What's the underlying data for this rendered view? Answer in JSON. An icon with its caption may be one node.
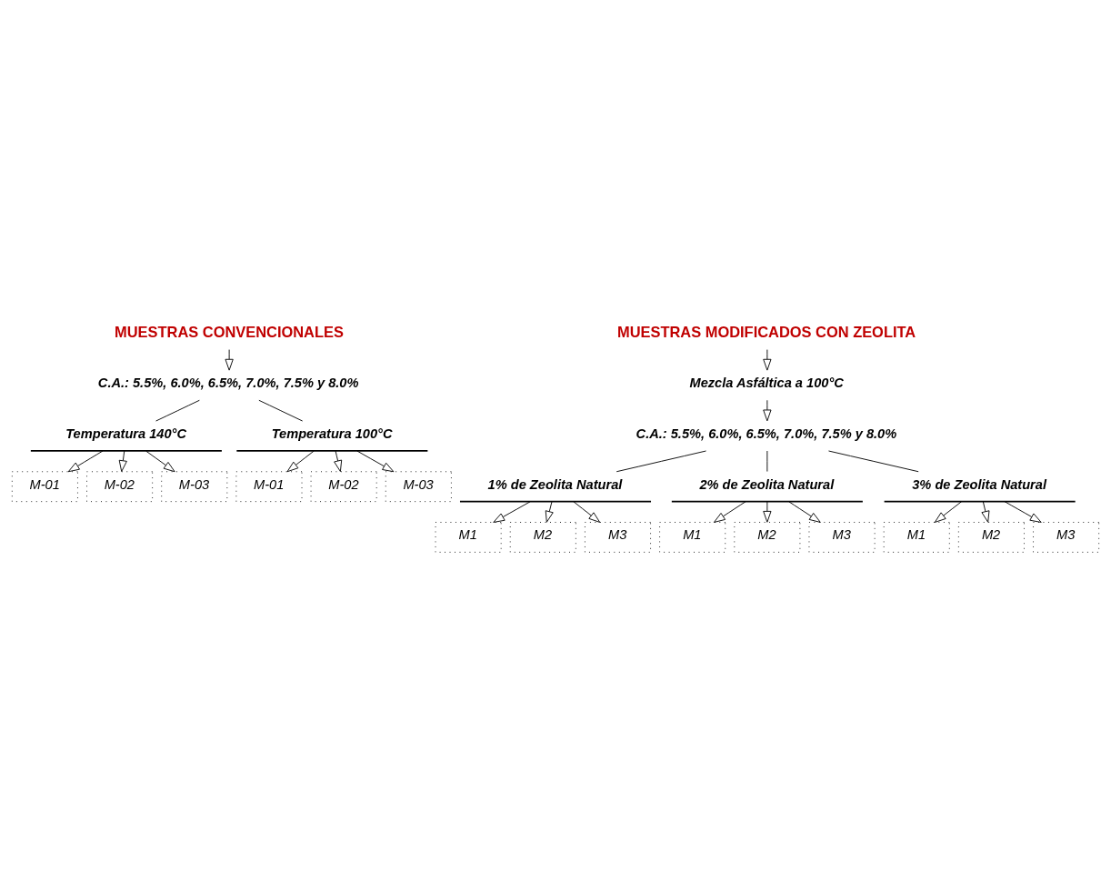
{
  "diagram": {
    "nodes": [
      {
        "text": [
          "MUESTRAS CONVENCIONALES"
        ]
      },
      {
        "text": [
          "C.A.: 5.5%, 6.0%, 6.5%, 7.0%, 7.5% y 8.0%"
        ]
      },
      {
        "text": [
          "Temperatura 140°C"
        ]
      },
      {
        "text": [
          "M-01"
        ]
      },
      {
        "text": [
          "M-02"
        ]
      },
      {
        "text": [
          "M-03"
        ]
      },
      {
        "text": [
          "Temperatura 100°C"
        ]
      },
      {
        "text": [
          "M-01"
        ]
      },
      {
        "text": [
          "M-02"
        ]
      },
      {
        "text": [
          "M-03"
        ]
      },
      {
        "text": [
          "MUESTRAS MODIFICADOS CON ZEOLITA"
        ]
      },
      {
        "text": [
          "Mezcla Asfáltica a 100°C"
        ]
      },
      {
        "text": [
          "C.A.: 5.5%, 6.0%, 6.5%, 7.0%, 7.5% y 8.0%"
        ]
      },
      {
        "text": [
          "1% de Zeolita Natural"
        ]
      },
      {
        "text": [
          "M1"
        ]
      },
      {
        "text": [
          "M2"
        ]
      },
      {
        "text": [
          "M3"
        ]
      },
      {
        "text": [
          "2% de Zeolita Natural"
        ]
      },
      {
        "text": [
          "M1"
        ]
      },
      {
        "text": [
          "M2"
        ]
      },
      {
        "text": [
          "M3"
        ]
      },
      {
        "text": [
          "3% de Zeolita Natural"
        ]
      },
      {
        "text": [
          "M1"
        ]
      },
      {
        "text": [
          "M2"
        ]
      },
      {
        "text": [
          "M3"
        ]
      }
    ],
    "edges": [
      {
        "from": 0,
        "to": 1,
        "arrow": "to"
      },
      {
        "from": 1,
        "to": 2,
        "arrow": "none"
      },
      {
        "from": 1,
        "to": 6,
        "arrow": "none"
      },
      {
        "from": 2,
        "to": 3,
        "arrow": "to"
      },
      {
        "from": 2,
        "to": 4,
        "arrow": "to"
      },
      {
        "from": 2,
        "to": 5,
        "arrow": "to"
      },
      {
        "from": 6,
        "to": 7,
        "arrow": "to"
      },
      {
        "from": 6,
        "to": 8,
        "arrow": "to"
      },
      {
        "from": 6,
        "to": 9,
        "arrow": "to"
      },
      {
        "from": 10,
        "to": 11,
        "arrow": "to"
      },
      {
        "from": 11,
        "to": 12,
        "arrow": "to"
      },
      {
        "from": 12,
        "to": 13,
        "arrow": "none"
      },
      {
        "from": 12,
        "to": 17,
        "arrow": "none"
      },
      {
        "from": 12,
        "to": 21,
        "arrow": "none"
      },
      {
        "from": 13,
        "to": 14,
        "arrow": "to"
      },
      {
        "from": 13,
        "to": 15,
        "arrow": "to"
      },
      {
        "from": 13,
        "to": 16,
        "arrow": "to"
      },
      {
        "from": 17,
        "to": 18,
        "arrow": "to"
      },
      {
        "from": 17,
        "to": 19,
        "arrow": "to"
      },
      {
        "from": 17,
        "to": 20,
        "arrow": "to"
      },
      {
        "from": 21,
        "to": 22,
        "arrow": "to"
      },
      {
        "from": 21,
        "to": 23,
        "arrow": "to"
      },
      {
        "from": 21,
        "to": 24,
        "arrow": "to"
      }
    ]
  }
}
